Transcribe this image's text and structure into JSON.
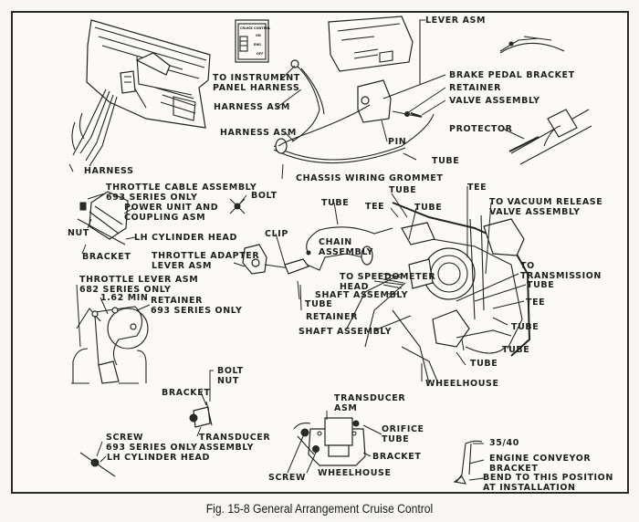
{
  "figure": {
    "caption": "Fig. 15-8  General Arrangement Cruise Control",
    "switch_panel": {
      "title": "CRUISE CONTROL",
      "on": "ON",
      "engage": "ENG",
      "off": "OFF"
    }
  },
  "labels": {
    "lever_asm": "LEVER ASM",
    "to_instrument_panel_harness": "TO INSTRUMENT\nPANEL HARNESS",
    "harness_asm_1": "HARNESS ASM",
    "harness_asm_2": "HARNESS ASM",
    "brake_pedal_bracket": "BRAKE PEDAL BRACKET",
    "retainer_top": "RETAINER",
    "valve_assembly": "VALVE ASSEMBLY",
    "protector": "PROTECTOR",
    "pin": "PIN",
    "tube_top": "TUBE",
    "harness": "HARNESS",
    "chassis_wiring_grommet": "CHASSIS WIRING GROMMET",
    "throttle_cable_assembly": "THROTTLE CABLE ASSEMBLY\n693 SERIES ONLY",
    "bolt_mid": "BOLT",
    "power_unit": "POWER UNIT AND\nCOUPLING ASM",
    "nut_left": "NUT",
    "lh_cylinder_head_1": "LH CYLINDER HEAD",
    "bracket_left": "BRACKET",
    "throttle_adapter": "THROTTLE ADAPTER\nLEVER ASM",
    "clip": "CLIP",
    "tube_chain": "TUBE",
    "chain_assembly": "CHAIN\nASSEMBLY",
    "tee_1": "TEE",
    "tube_2": "TUBE",
    "tube_3": "TUBE",
    "tee_2": "TEE",
    "to_vacuum_release": "TO VACUUM RELEASE\nVALVE ASSEMBLY",
    "to_speedometer_head": "TO SPEEDOMETER\nHEAD",
    "shaft_assembly_1": "SHAFT ASSEMBLY",
    "tube_clip": "TUBE",
    "retainer_mid": "RETAINER",
    "shaft_assembly_2": "SHAFT ASSEMBLY",
    "to_transmission": "TO\nTRANSMISSION",
    "tube_4": "TUBE",
    "tee_3": "TEE",
    "tube_5": "TUBE",
    "tube_6": "TUBE",
    "tube_7": "TUBE",
    "wheelhouse_1": "WHEELHOUSE",
    "throttle_lever_asm": "THROTTLE LEVER ASM\n682 SERIES ONLY",
    "min_dim": "1.62 MIN",
    "retainer_693": "RETAINER\n693 SERIES ONLY",
    "bolt_low": "BOLT",
    "nut_low": "NUT",
    "bracket_low": "BRACKET",
    "transducer_assembly": "TRANSDUCER\nASSEMBLY",
    "screw_693": "SCREW\n693 SERIES ONLY",
    "lh_cylinder_head_2": "LH CYLINDER HEAD",
    "transducer_asm": "TRANSDUCER\nASM",
    "orifice_tube": "ORIFICE\nTUBE",
    "bracket_transducer": "BRACKET",
    "screw": "SCREW",
    "wheelhouse_2": "WHEELHOUSE",
    "angle": "35/40",
    "engine_conveyor_bracket": "ENGINE CONVEYOR\nBRACKET",
    "bend_note": "BEND TO THIS POSITION\nAT INSTALLATION"
  }
}
